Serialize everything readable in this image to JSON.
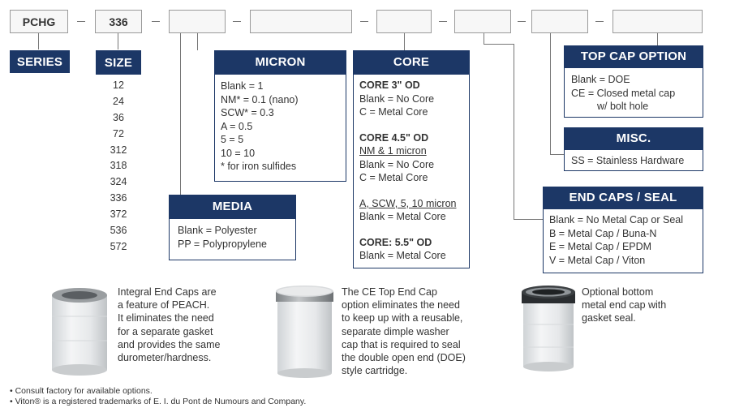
{
  "codes": {
    "series": "PCHG",
    "size": "336",
    "dash": "–"
  },
  "series": {
    "title": "SERIES"
  },
  "size": {
    "title": "SIZE",
    "values": [
      "12",
      "24",
      "36",
      "72",
      "312",
      "318",
      "324",
      "336",
      "372",
      "536",
      "572"
    ]
  },
  "micron": {
    "title": "MICRON",
    "lines": [
      "Blank = 1",
      "NM* = 0.1 (nano)",
      "SCW* = 0.3",
      "A = 0.5",
      "5 = 5",
      "10 = 10",
      "* for iron sulfides"
    ]
  },
  "media": {
    "title": "MEDIA",
    "lines": [
      "Blank = Polyester",
      "PP = Polypropylene"
    ]
  },
  "core": {
    "title": "CORE",
    "g1_head": "CORE 3\" OD",
    "g1_l1": "Blank = No Core",
    "g1_l2": "C = Metal Core",
    "g2_head": "CORE 4.5\" OD",
    "g2_sub": "NM & 1 micron",
    "g2_l1": "Blank = No Core",
    "g2_l2": "C = Metal Core",
    "g3_sub": "A, SCW, 5, 10 micron",
    "g3_l1": "Blank = Metal Core",
    "g4_head": "CORE: 5.5\" OD",
    "g4_l1": "Blank = Metal Core"
  },
  "top_cap": {
    "title": "TOP CAP OPTION",
    "l1": "Blank = DOE",
    "l2": "CE = Closed metal cap",
    "l3": "w/ bolt hole"
  },
  "misc": {
    "title": "MISC.",
    "l1": "SS = Stainless Hardware"
  },
  "end_caps": {
    "title": "END CAPS / SEAL",
    "lines": [
      "Blank = No Metal Cap or Seal",
      "B = Metal Cap / Buna-N",
      "E = Metal Cap / EPDM",
      "V = Metal Cap / Viton"
    ]
  },
  "captions": {
    "c1": [
      "Integral End Caps are",
      "a feature of PEACH.",
      "It eliminates the need",
      "for a separate gasket",
      "and provides the same",
      "durometer/hardness."
    ],
    "c2": [
      "The CE Top End Cap",
      "option eliminates the need",
      "to keep up with a reusable,",
      "separate dimple washer",
      "cap that is required to seal",
      "the double open end (DOE)",
      "style cartridge."
    ],
    "c3": [
      "Optional bottom",
      "metal end cap with",
      "gasket seal."
    ]
  },
  "notes": {
    "n1": "• Consult factory for available options.",
    "n2": "• Viton® is a registered trademarks of E. I. du Pont de Numours and Company."
  },
  "colors": {
    "header_bg": "#1c3766",
    "border": "#9a9a9a"
  }
}
